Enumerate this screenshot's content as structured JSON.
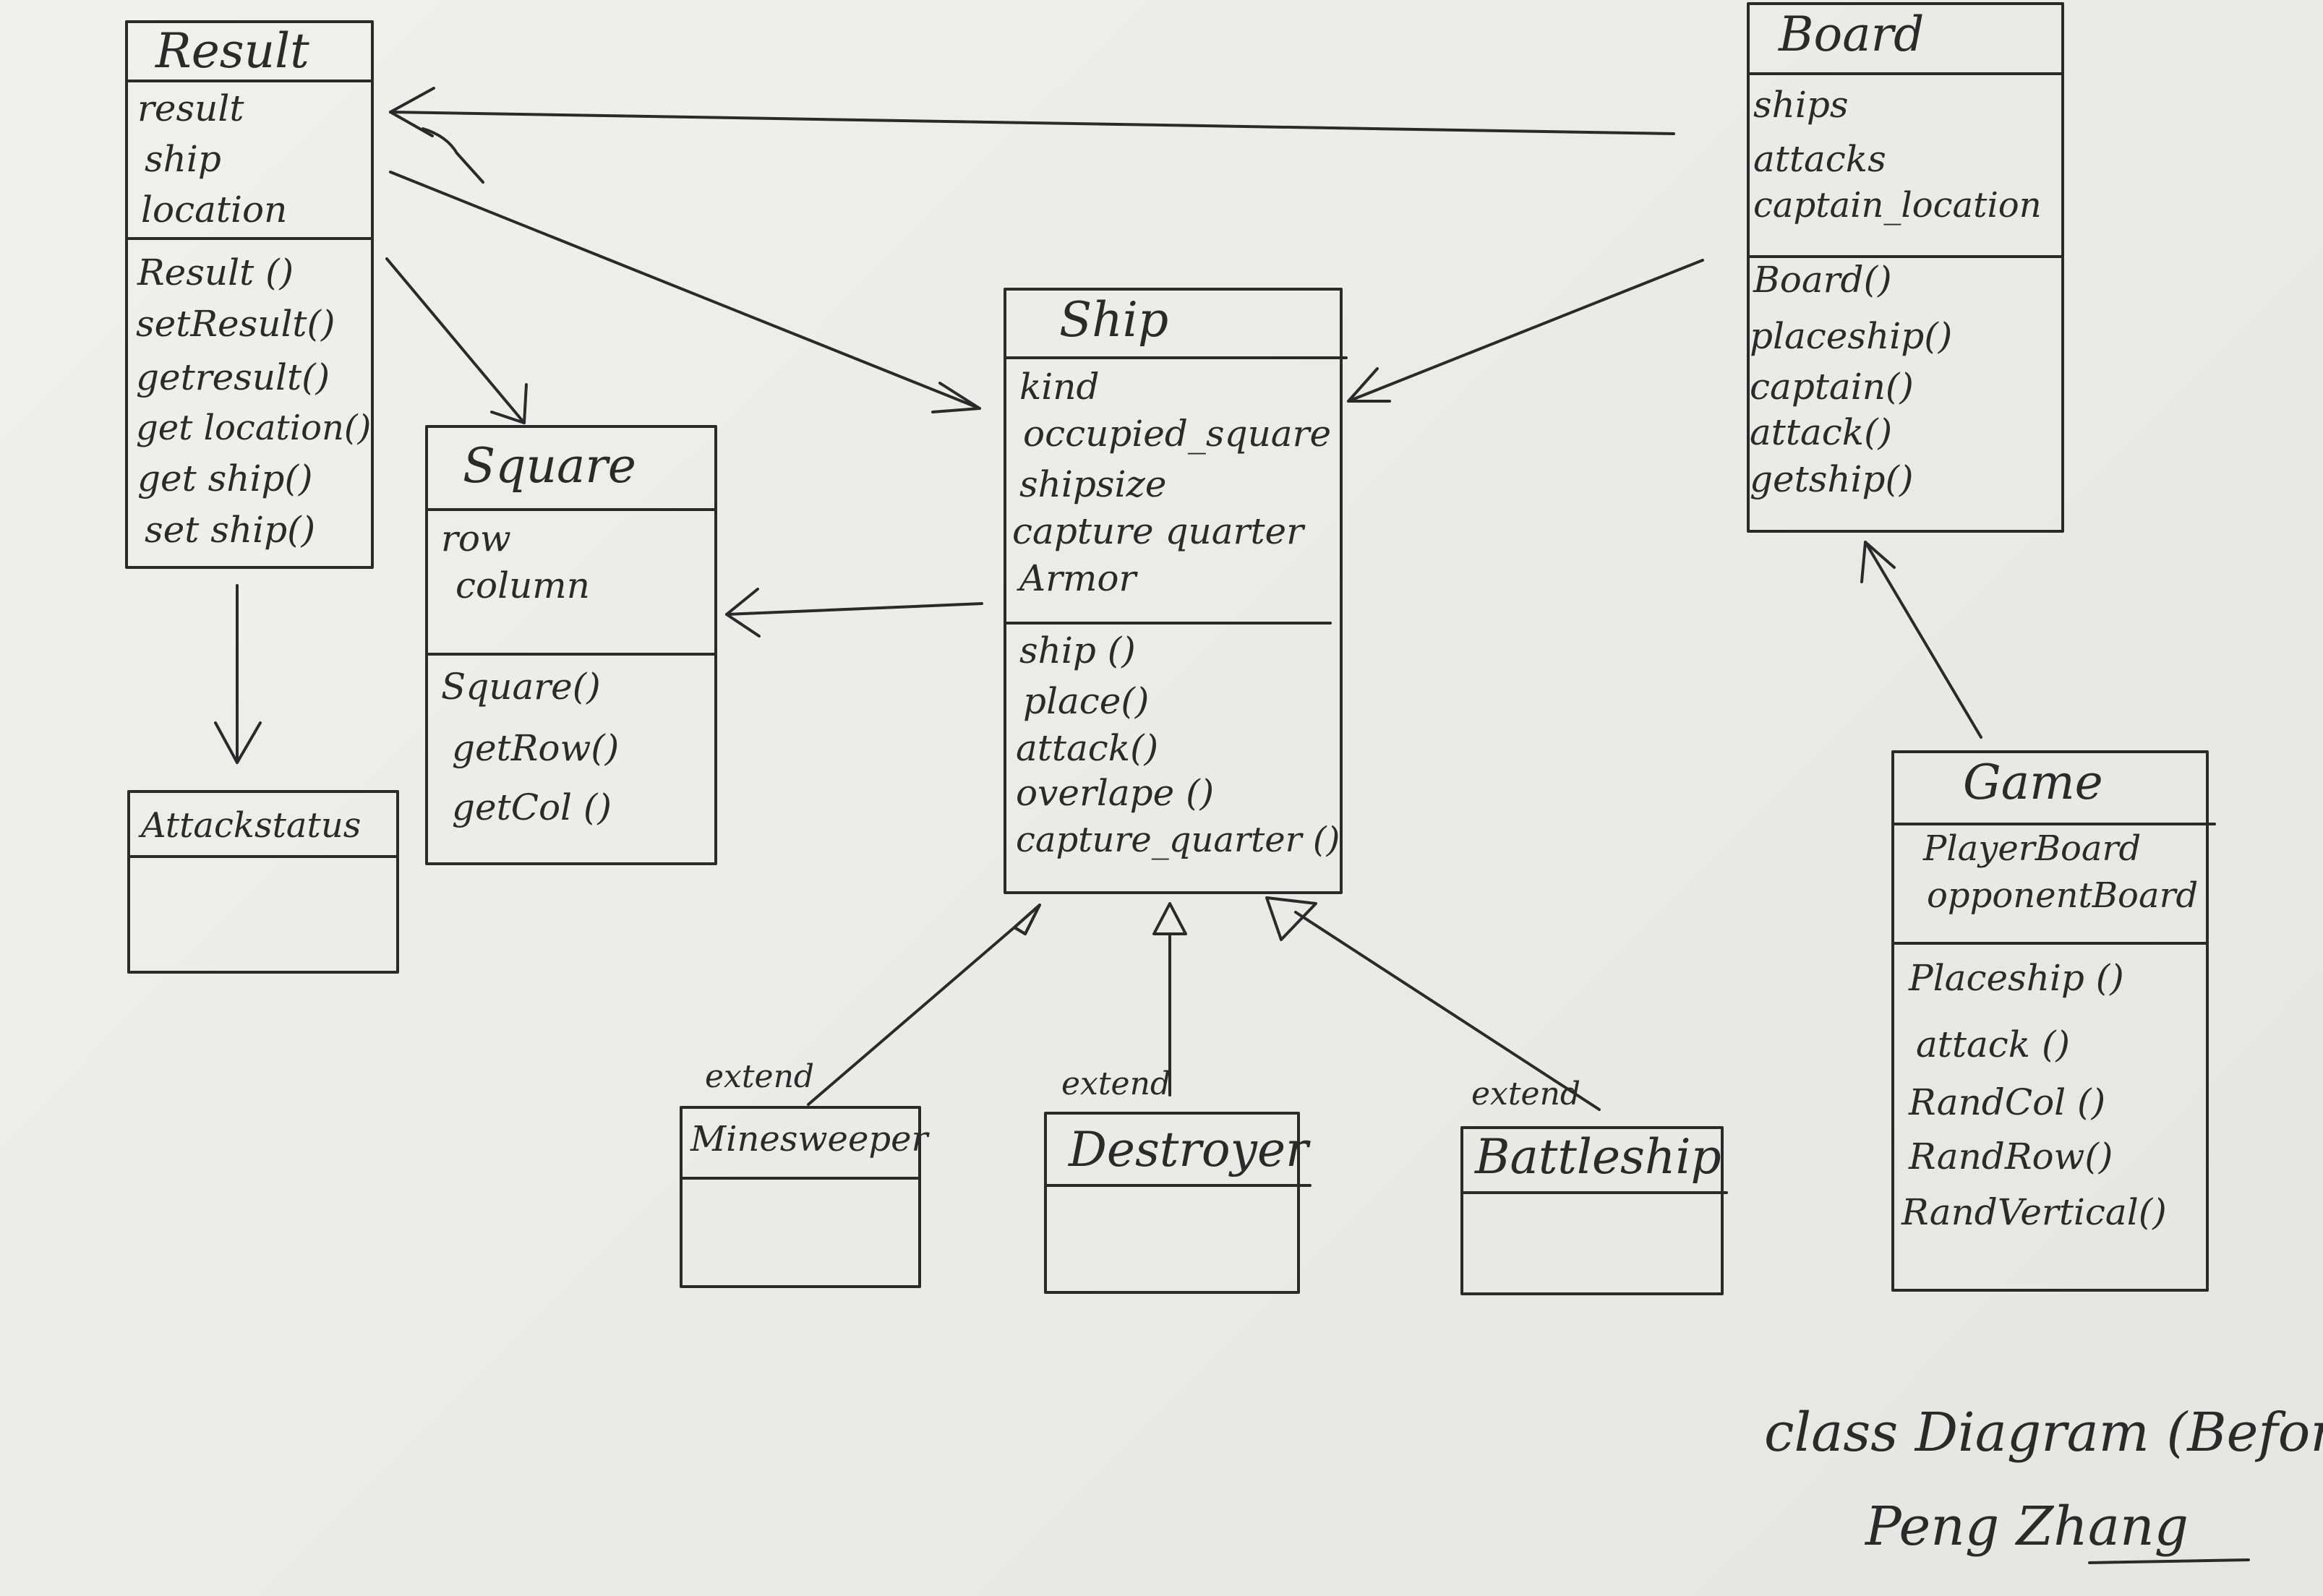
{
  "ink_color": "#2a2a2a",
  "paper_color": "#eeede9",
  "classes": {
    "result": {
      "name": "Result",
      "attributes": [
        "result",
        "ship",
        "location"
      ],
      "methods": [
        "Result ()",
        "setResult()",
        "getresult()",
        "get location()",
        "get ship()",
        "set ship()"
      ]
    },
    "attackstatus": {
      "name": "Attackstatus"
    },
    "square": {
      "name": "Square",
      "attributes": [
        "row",
        "column"
      ],
      "methods": [
        "Square()",
        "getRow()",
        "getCol ()"
      ]
    },
    "ship": {
      "name": "Ship",
      "attributes": [
        "kind",
        "occupied_square",
        "shipsize",
        "capture quarter",
        "Armor"
      ],
      "methods": [
        "ship ()",
        "place()",
        "attack()",
        "overlape ()",
        "capture_quarter ()"
      ]
    },
    "board": {
      "name": "Board",
      "attributes": [
        "ships",
        "attacks",
        "captain_location"
      ],
      "methods": [
        "Board()",
        "placeship()",
        "captain()",
        "attack()",
        "getship()"
      ]
    },
    "game": {
      "name": "Game",
      "attributes": [
        "PlayerBoard",
        "opponentBoard"
      ],
      "methods": [
        "Placeship ()",
        "attack ()",
        "RandCol ()",
        "RandRow()",
        "RandVertical()"
      ]
    },
    "minesweeper": {
      "name": "Minesweeper"
    },
    "destroyer": {
      "name": "Destroyer"
    },
    "battleship": {
      "name": "Battleship"
    }
  },
  "relation_labels": {
    "minesweeper_extend": "extend",
    "destroyer_extend": "extend",
    "battleship_extend": "extend"
  },
  "caption": {
    "title": "class Diagram (Before)",
    "author": "Peng Zhang"
  }
}
